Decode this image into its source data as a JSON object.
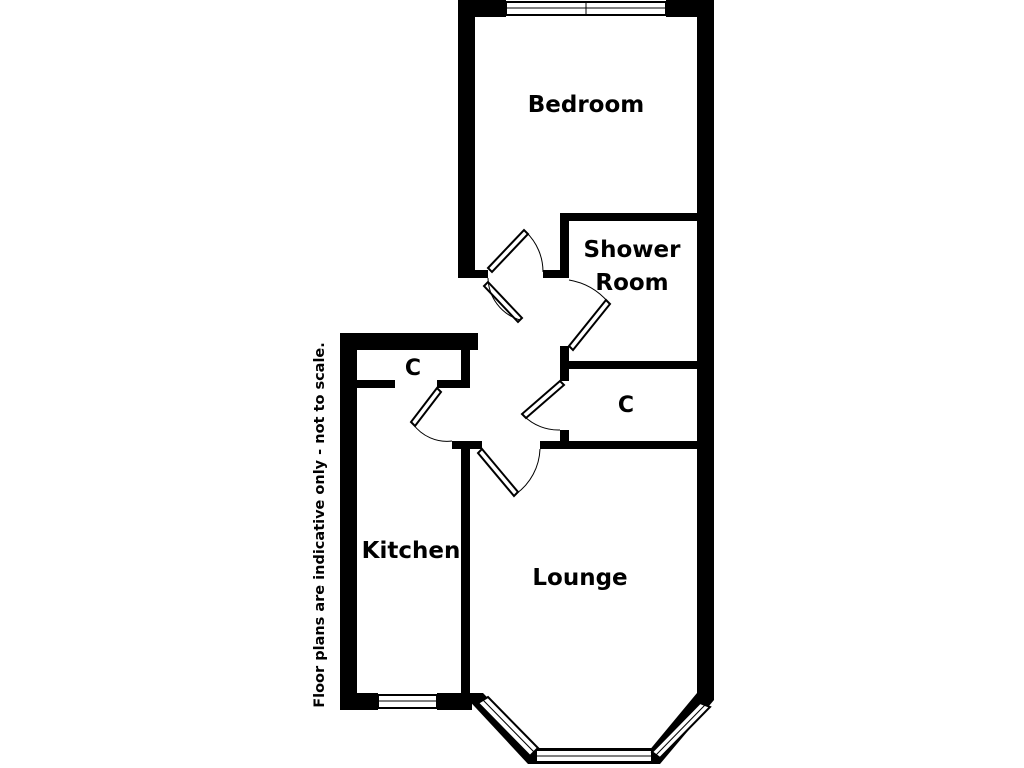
{
  "rooms": {
    "bedroom": "Bedroom",
    "shower_room_line1": "Shower",
    "shower_room_line2": "Room",
    "cupboard_right": "C",
    "cupboard_kitchen": "C",
    "kitchen": "Kitchen",
    "lounge": "Lounge"
  },
  "disclaimer": "Floor plans are indicative only - not to scale.",
  "colors": {
    "walls": "#000000",
    "background": "#ffffff"
  }
}
